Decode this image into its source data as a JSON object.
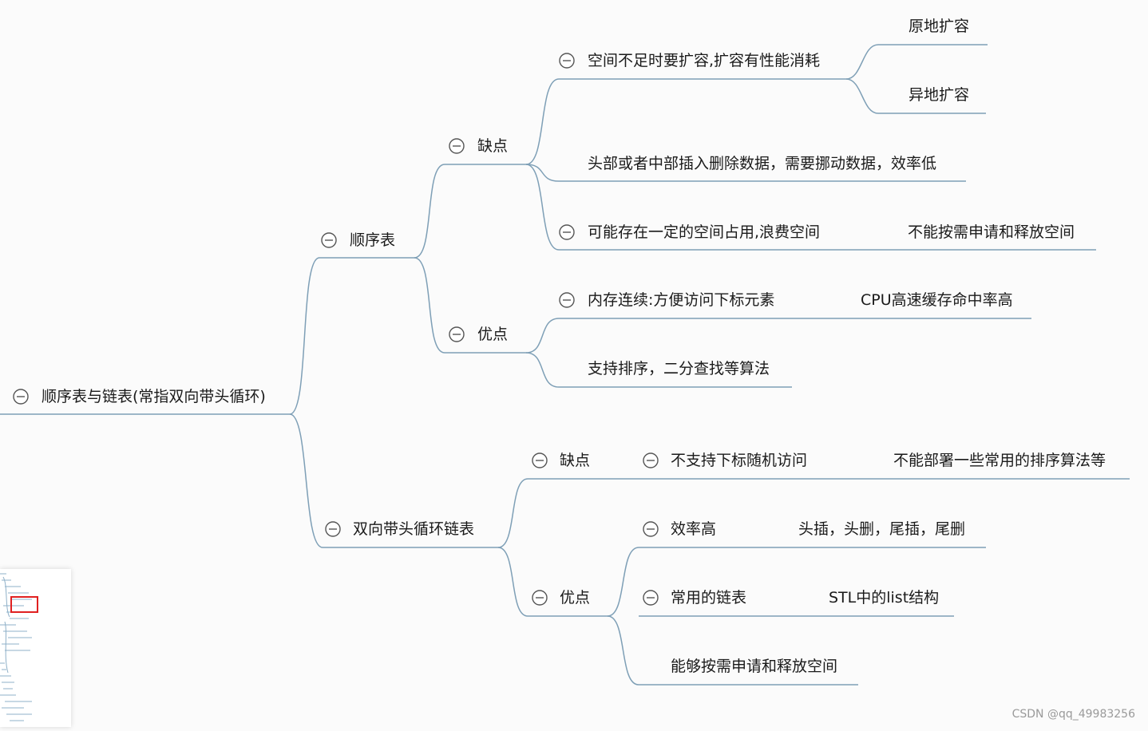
{
  "mindmap": {
    "root": "顺序表与链表(常指双向带头循环)",
    "seq": {
      "label": "顺序表",
      "cons": {
        "label": "缺点",
        "expand": {
          "label": "空间不足时要扩容,扩容有性能消耗",
          "children": [
            "原地扩容",
            "异地扩容"
          ]
        },
        "insert": "头部或者中部插入删除数据，需要挪动数据，效率低",
        "waste": {
          "label": "可能存在一定的空间占用,浪费空间",
          "child": "不能按需申请和释放空间"
        }
      },
      "pros": {
        "label": "优点",
        "contiguous": {
          "label": "内存连续:方便访问下标元素",
          "child": "CPU高速缓存命中率高"
        },
        "sort": "支持排序，二分查找等算法"
      }
    },
    "list": {
      "label": "双向带头循环链表",
      "cons": {
        "label": "缺点",
        "random": {
          "label": "不支持下标随机访问",
          "child": "不能部署一些常用的排序算法等"
        }
      },
      "pros": {
        "label": "优点",
        "efficient": {
          "label": "效率高",
          "child": "头插，头删，尾插，尾删"
        },
        "common": {
          "label": "常用的链表",
          "child": "STL中的list结构"
        },
        "ondemand": "能够按需申请和释放空间"
      }
    }
  },
  "watermark": "CSDN @qq_49983256",
  "colors": {
    "line": "#7e9fb6",
    "icon": "#555555",
    "minimap_frame": "#e02020"
  },
  "icons": {
    "collapse": "collapse-minus-icon"
  }
}
